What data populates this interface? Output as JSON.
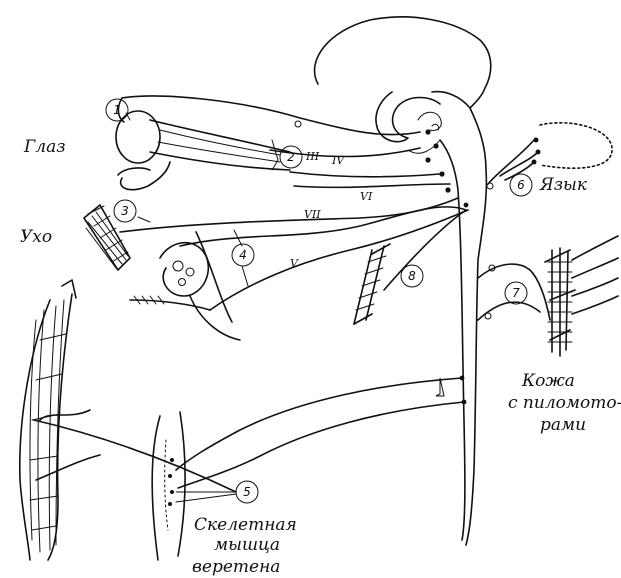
{
  "labels": {
    "eye": "Глаз",
    "ear": "Ухо",
    "tongue": "Язык",
    "skin_line1": "Кожа",
    "skin_line2": "с пиломото-",
    "skin_line3": "рами",
    "muscle_line1": "Скелетная",
    "muscle_line2": "мышца",
    "muscle_line3": "веретена"
  },
  "markers": [
    "1",
    "2",
    "3",
    "4",
    "5",
    "6",
    "7",
    "8"
  ],
  "nerves": {
    "n3": "III",
    "n4": "IV",
    "n5": "V",
    "n6": "VI",
    "n7": "VII"
  }
}
